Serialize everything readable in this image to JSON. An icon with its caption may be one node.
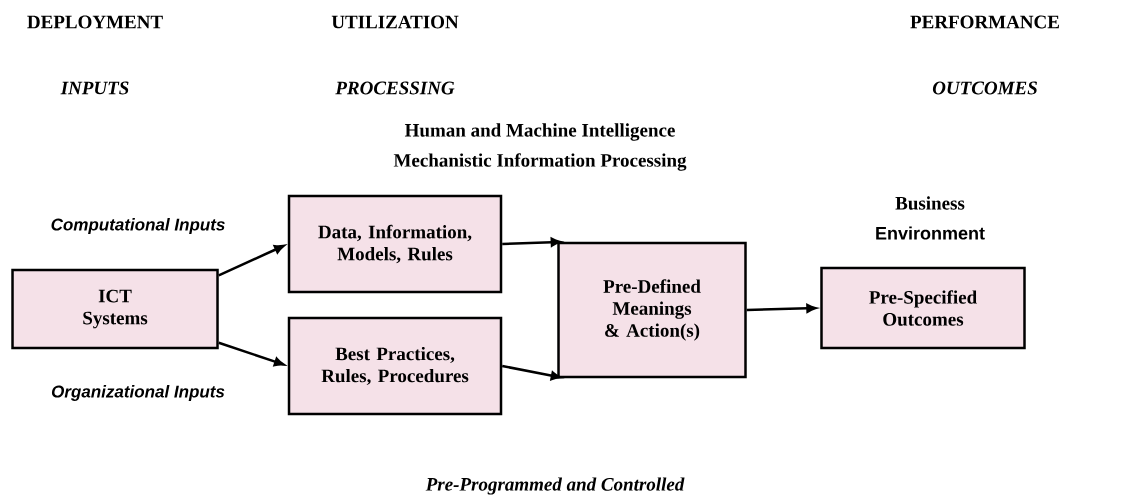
{
  "diagram": {
    "nodes": [
      {
        "text": [
          "ICT Systems"
        ]
      },
      {
        "text": [
          "Data, Information, Models, Rules"
        ]
      },
      {
        "text": [
          "Best Practices, Rules, Procedures"
        ]
      },
      {
        "text": [
          "Pre-Defined Meanings & Action(s)"
        ]
      },
      {
        "text": [
          "Pre-Specified Outcomes"
        ]
      }
    ],
    "edges": [
      {
        "from": 0,
        "to": 1,
        "arrow": "to"
      },
      {
        "from": 0,
        "to": 2,
        "arrow": "to"
      },
      {
        "from": 1,
        "to": 3,
        "arrow": "to"
      },
      {
        "from": 2,
        "to": 3,
        "arrow": "to"
      },
      {
        "from": 3,
        "to": 4,
        "arrow": "to"
      }
    ],
    "labels": [
      "DEPLOYMENT",
      "UTILIZATION",
      "PERFORMANCE",
      "INPUTS",
      "PROCESSING",
      "OUTCOMES",
      "Human and Machine Intelligence",
      "Mechanistic Information Processing",
      "Computational Inputs",
      "Business",
      "Environment",
      "Organizational Inputs",
      "Pre-Programmed and Controlled"
    ]
  }
}
